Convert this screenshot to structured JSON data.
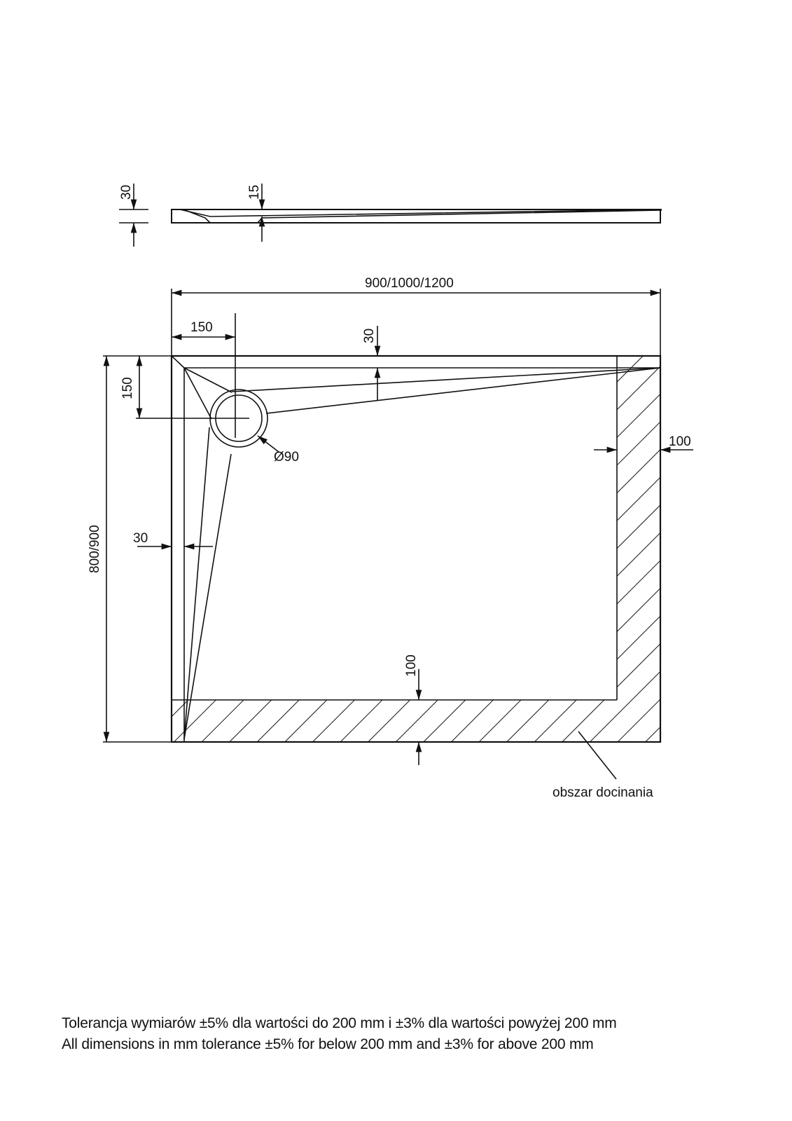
{
  "profile": {
    "height_label": "30",
    "drain_depth_label": "15"
  },
  "plan": {
    "width_label": "900/1000/1200",
    "length_label": "800/900",
    "drain_offset_x_label": "150",
    "drain_offset_y_label": "150",
    "rim_top_label": "30",
    "rim_left_label": "30",
    "drain_diameter_label": "Ø90",
    "trim_right_label": "100",
    "trim_bottom_label": "100",
    "trim_area_label": "obszar docinania"
  },
  "notes": {
    "pl": "Tolerancja wymiarów ±5% dla wartości do 200 mm i ±3% dla wartości powyżej 200 mm",
    "en": "All dimensions in mm tolerance ±5% for below 200 mm and ±3% for above 200 mm"
  },
  "colors": {
    "line": "#111111",
    "background": "#ffffff"
  }
}
